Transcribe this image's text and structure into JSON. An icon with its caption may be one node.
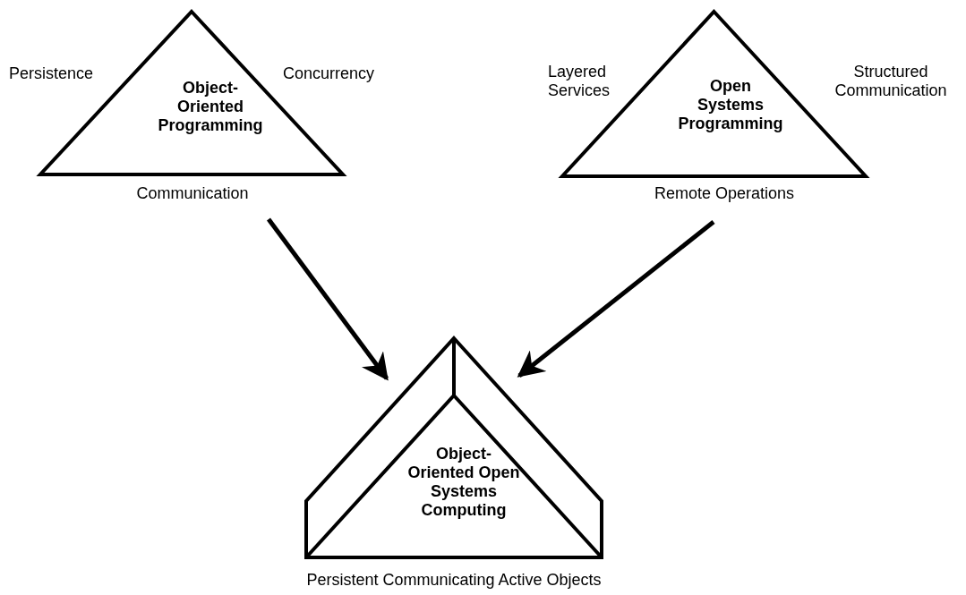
{
  "diagram": {
    "nodes": [
      {
        "text": [
          "Object-Oriented Programming"
        ],
        "beside": [
          "Persistence",
          "Concurrency",
          "Communication"
        ]
      },
      {
        "text": [
          "Open Systems Programming"
        ],
        "beside": [
          "Layered Services",
          "Structured Communication",
          "Remote Operations"
        ]
      },
      {
        "text": [
          "Object-Oriented Open Systems Computing"
        ],
        "beside": [
          "Persistent Communicating Active Objects"
        ]
      }
    ],
    "edges": [
      {
        "from": 0,
        "to": 2,
        "arrow": "to"
      },
      {
        "from": 1,
        "to": 2,
        "arrow": "to"
      }
    ]
  }
}
